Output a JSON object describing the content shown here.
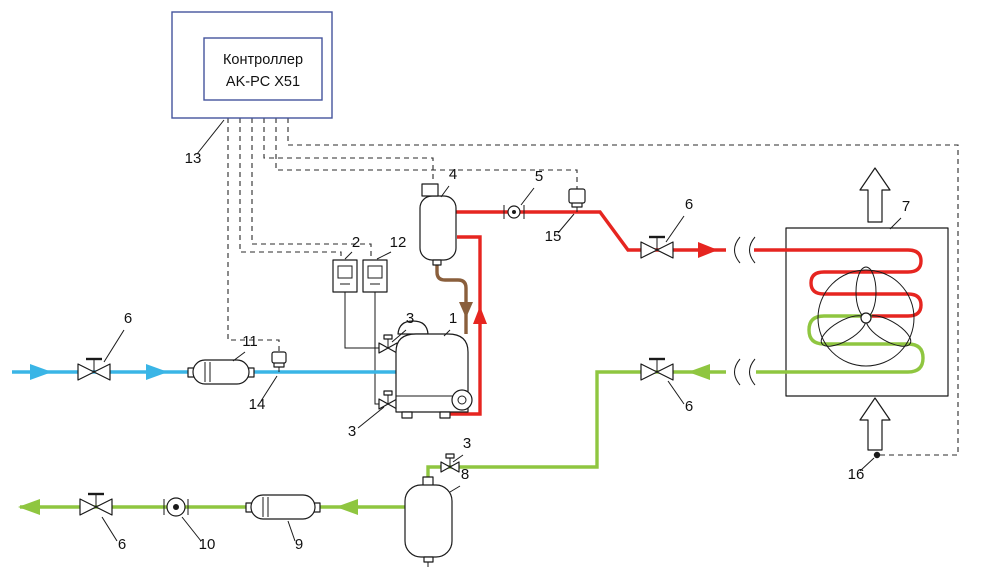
{
  "controller": {
    "line1": "Контроллер",
    "line2": "AK-PC X51"
  },
  "component_labels": {
    "compressor": "1",
    "low_pressure_switch": "2",
    "service_valve": "3",
    "oil_separator": "4",
    "sight_glass_discharge": "5",
    "ball_valve": "6",
    "condenser_unit": "7",
    "liquid_receiver": "8",
    "liquid_filter_drier": "9",
    "liquid_sight_glass": "10",
    "suction_filter_drier": "11",
    "high_pressure_switch": "12",
    "controller": "13",
    "suction_pressure_transmitter": "14",
    "discharge_pressure_transmitter": "15",
    "fan_speed_control": "16"
  },
  "colors": {
    "suction_blue": "#3ab5e6",
    "discharge_red": "#e62520",
    "liquid_green": "#8fc640",
    "oil_brown": "#8a5f3c",
    "controller_blue": "#44549c",
    "line_black": "#1a1a1a"
  }
}
